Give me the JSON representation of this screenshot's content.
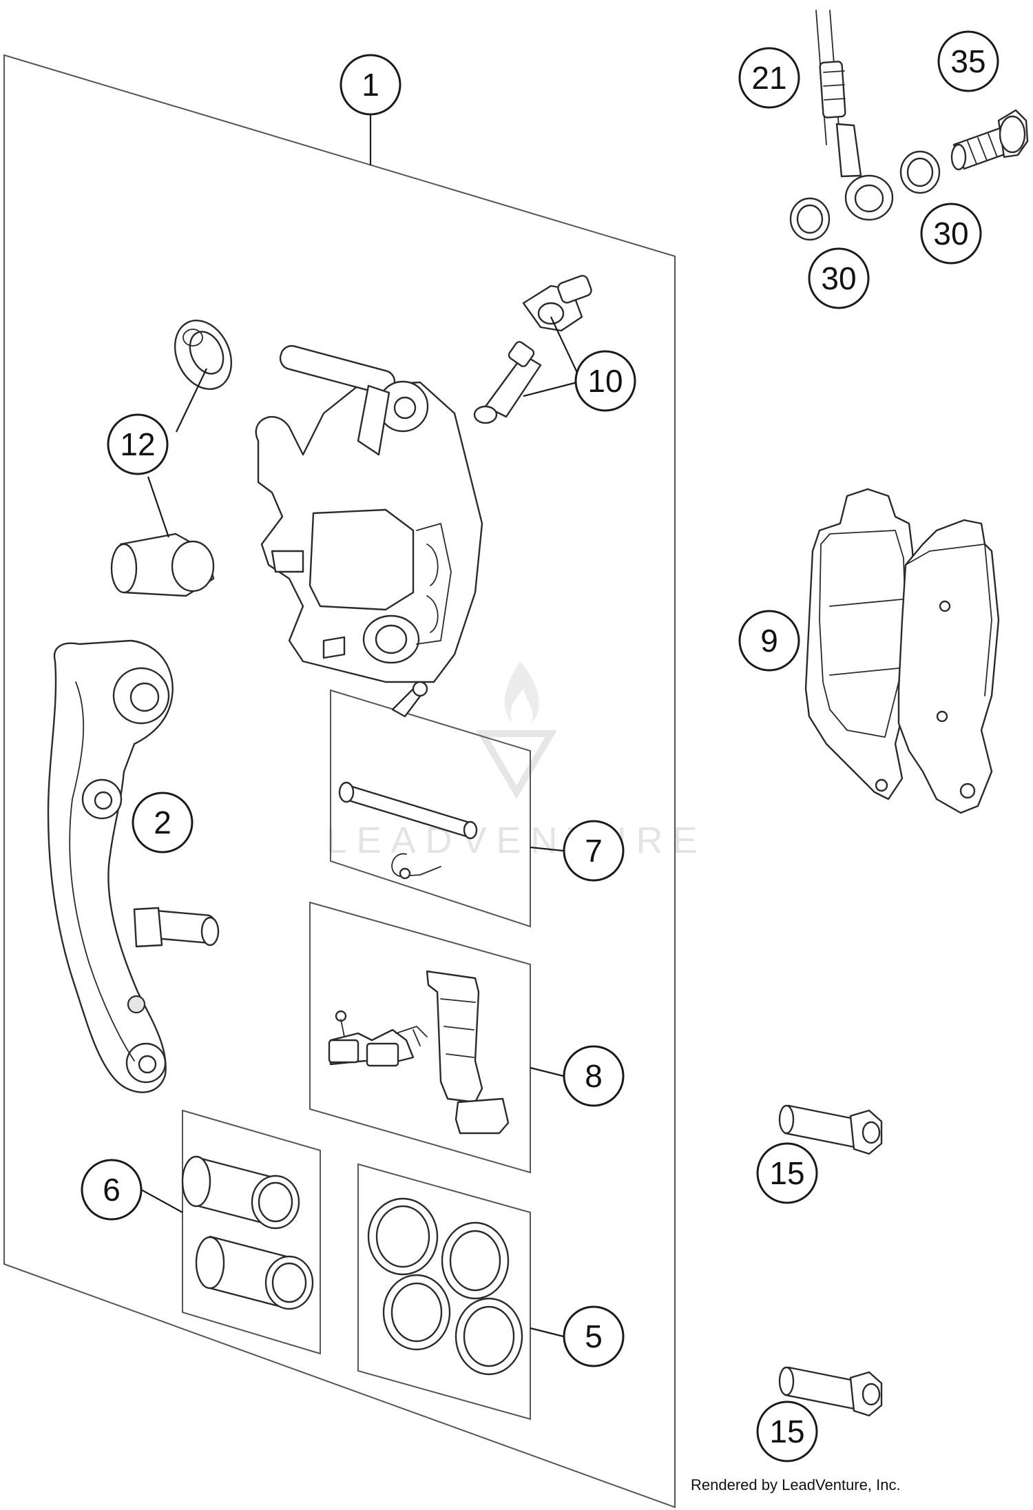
{
  "callouts": {
    "c1": "1",
    "c2": "2",
    "c5": "5",
    "c6": "6",
    "c7": "7",
    "c8": "8",
    "c9": "9",
    "c10": "10",
    "c12": "12",
    "c15a": "15",
    "c15b": "15",
    "c21": "21",
    "c30a": "30",
    "c30b": "30",
    "c35": "35"
  },
  "watermark": "LEADVENTURE",
  "credit": "Rendered by LeadVenture, Inc."
}
